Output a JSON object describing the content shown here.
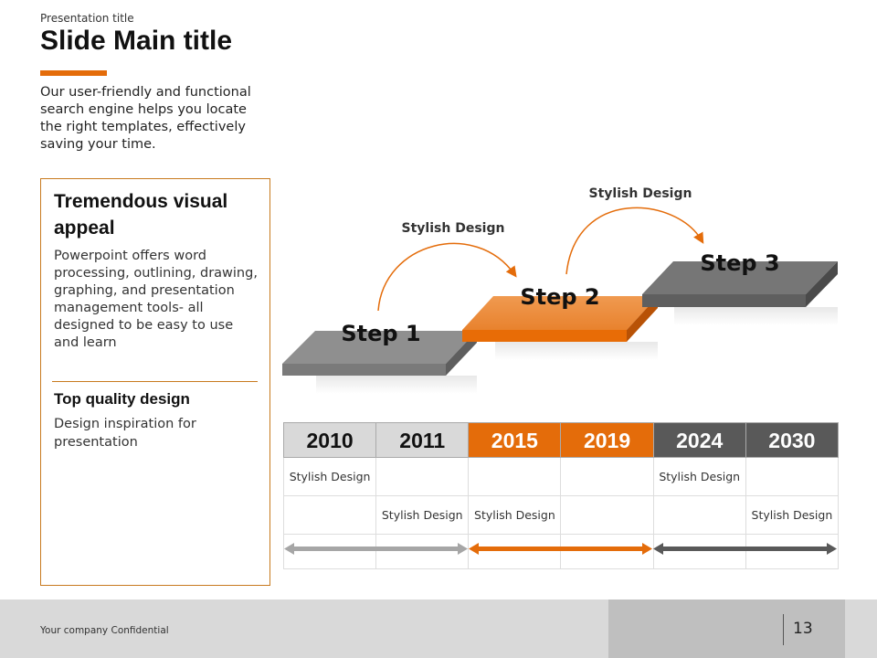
{
  "header": {
    "presentation_title": "Presentation title",
    "main_title": "Slide Main title",
    "intro": "Our user-friendly and functional search engine helps you locate the right templates, effectively saving your time.",
    "accent": "#e46c0a"
  },
  "box": {
    "title": "Tremendous visual appeal",
    "body": "Powerpoint offers word processing, outlining, drawing, graphing, and presentation management tools- all designed to be easy to use and learn",
    "title2": "Top quality design",
    "body2": "Design inspiration for presentation"
  },
  "steps": {
    "items": [
      "Step 1",
      "Step 2",
      "Step 3"
    ],
    "arc_labels": [
      "Stylish Design",
      "Stylish Design"
    ]
  },
  "timeline": {
    "years": [
      "2010",
      "2011",
      "2015",
      "2019",
      "2024",
      "2030"
    ],
    "row1": [
      "Stylish Design",
      "",
      "",
      "",
      "Stylish Design",
      ""
    ],
    "row2": [
      "",
      "Stylish Design",
      "Stylish Design",
      "",
      "",
      "Stylish Design"
    ],
    "colors": {
      "light": "#d9d9d9",
      "orange": "#e46c0a",
      "dark": "#595959"
    }
  },
  "footer": {
    "confidential": "Your company Confidential",
    "page": "13"
  }
}
